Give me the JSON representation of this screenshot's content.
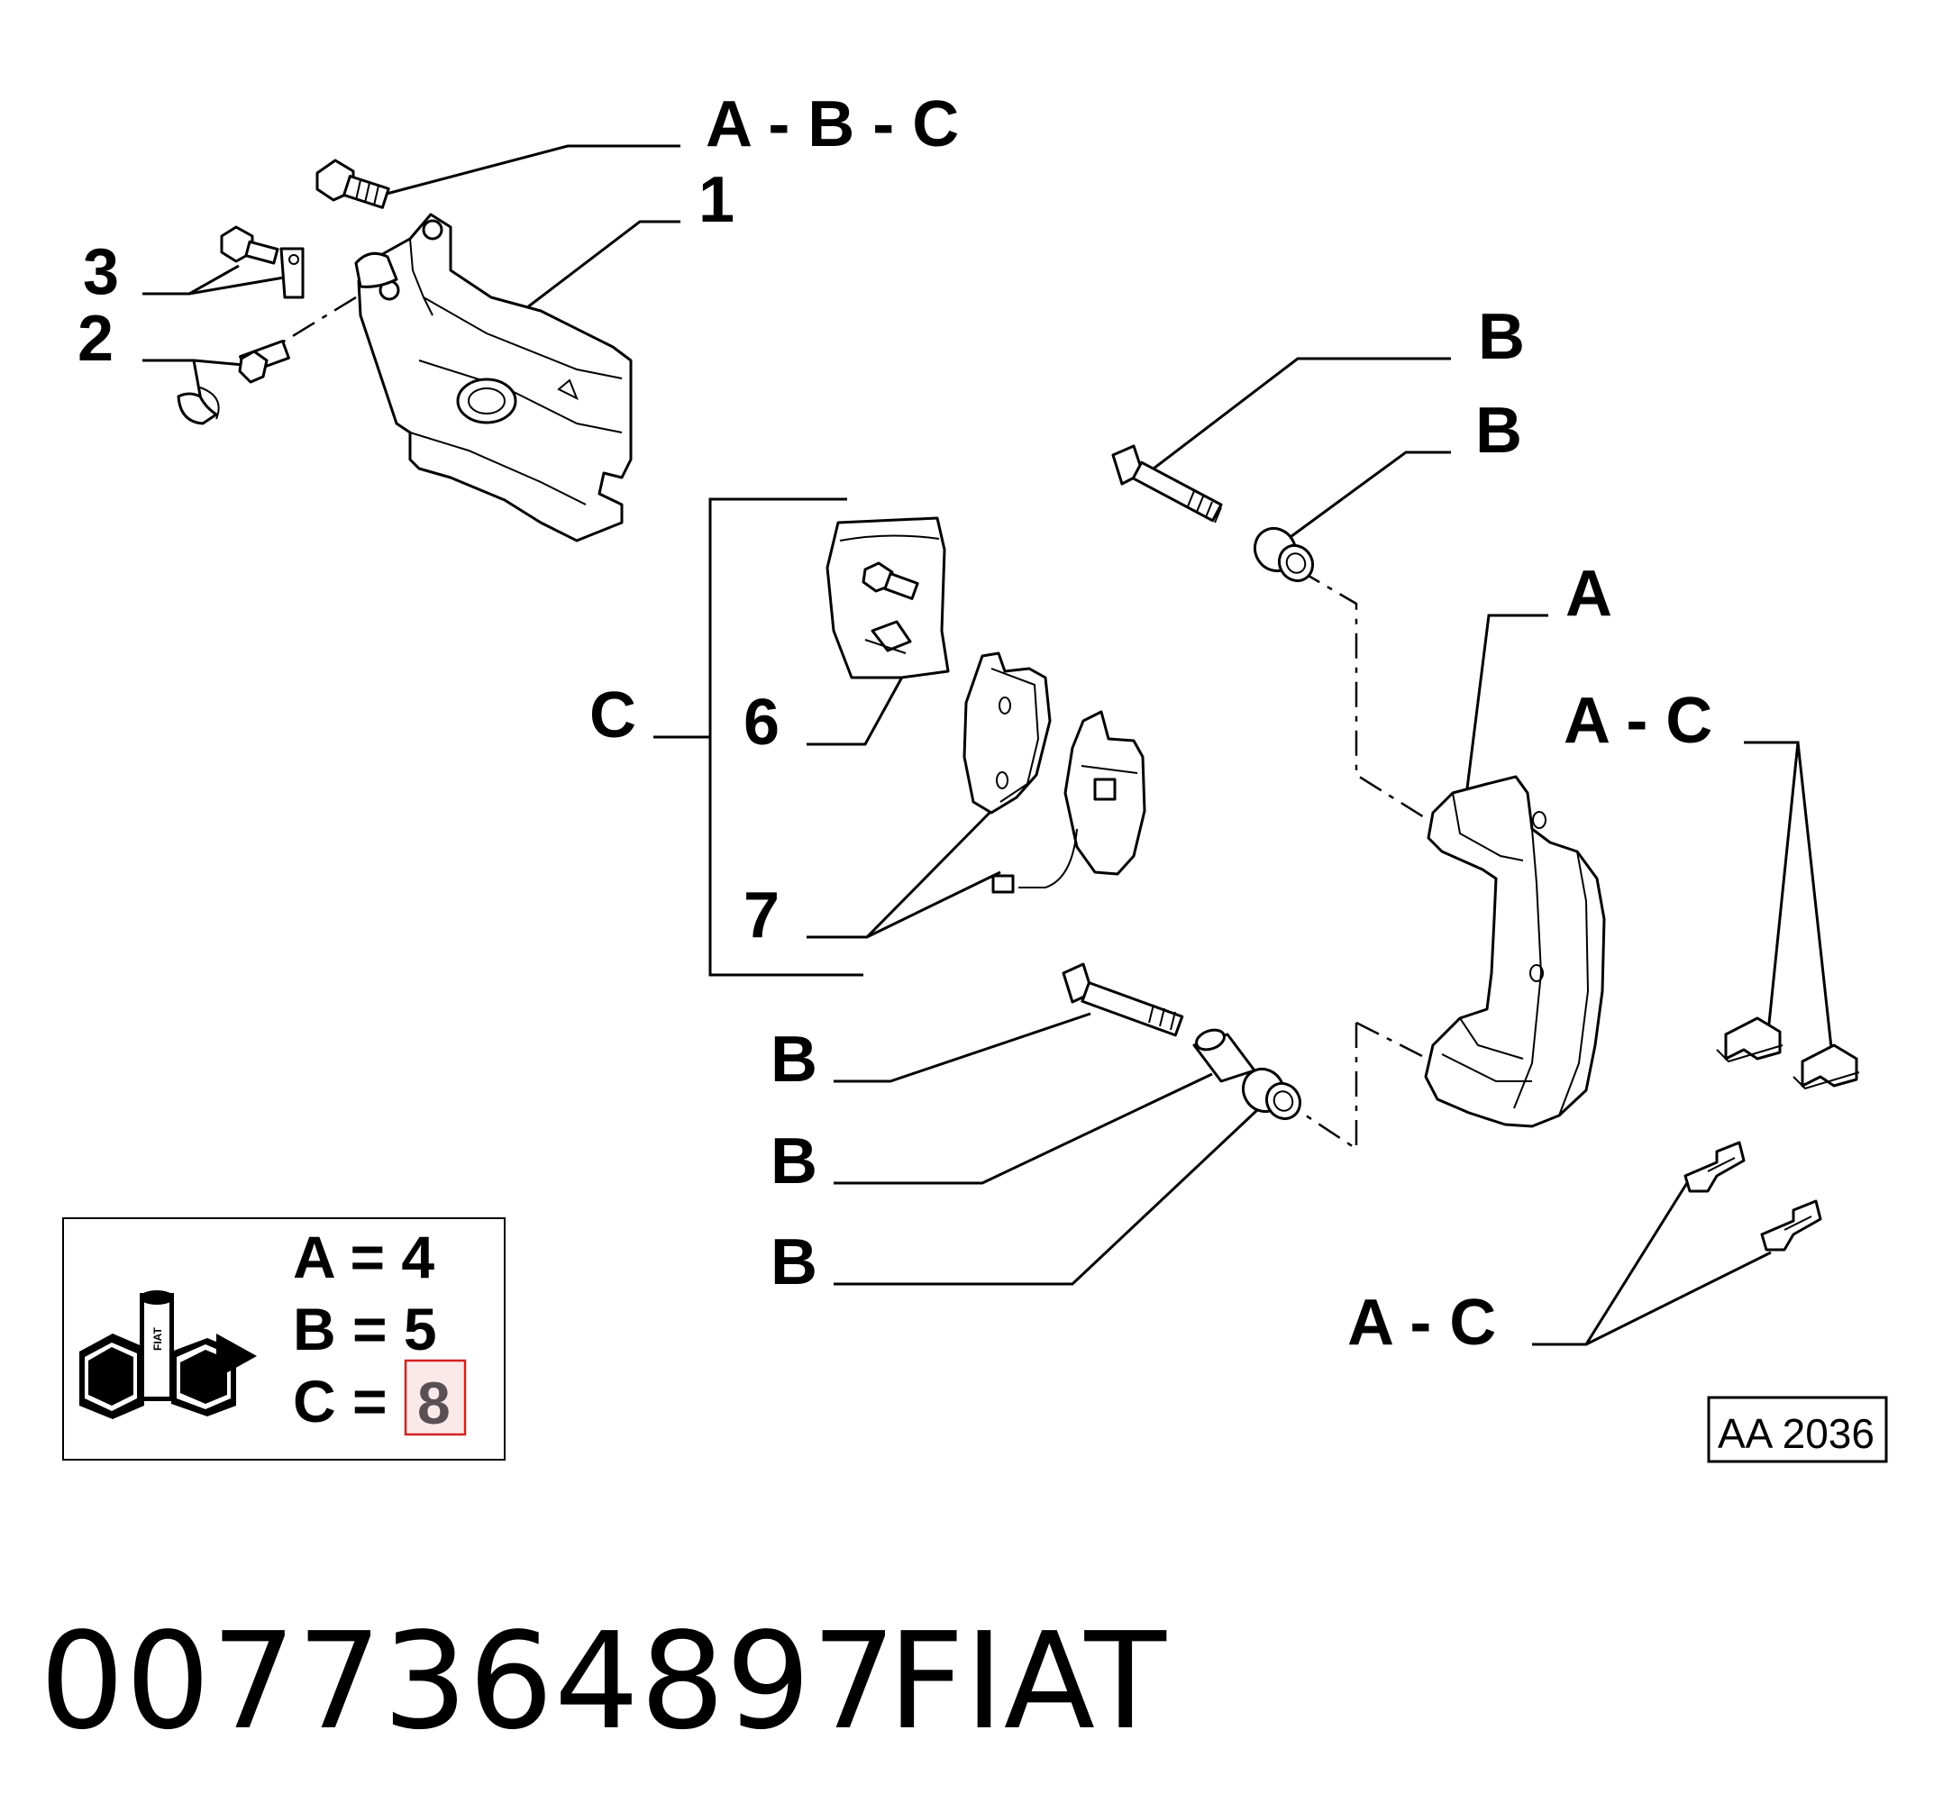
{
  "callouts": {
    "abc_top": "A - B - C",
    "n1": "1",
    "n3": "3",
    "n2": "2",
    "b1": "B",
    "b2": "B",
    "a": "A",
    "ac_right": "A - C",
    "c": "C",
    "n6": "6",
    "n7": "7",
    "b3": "B",
    "b4": "B",
    "b5": "B",
    "ac_bottom": "A - C"
  },
  "legend": {
    "a_line": "A = 4",
    "b_line": "B = 5",
    "c_prefix": "C =",
    "c_value": "8",
    "highlight_color": "#d62020",
    "kit_icon_text": "FIAT"
  },
  "ref_code": "AA 2036",
  "footer": {
    "part_number": "0077364897",
    "brand": "FIAT"
  }
}
